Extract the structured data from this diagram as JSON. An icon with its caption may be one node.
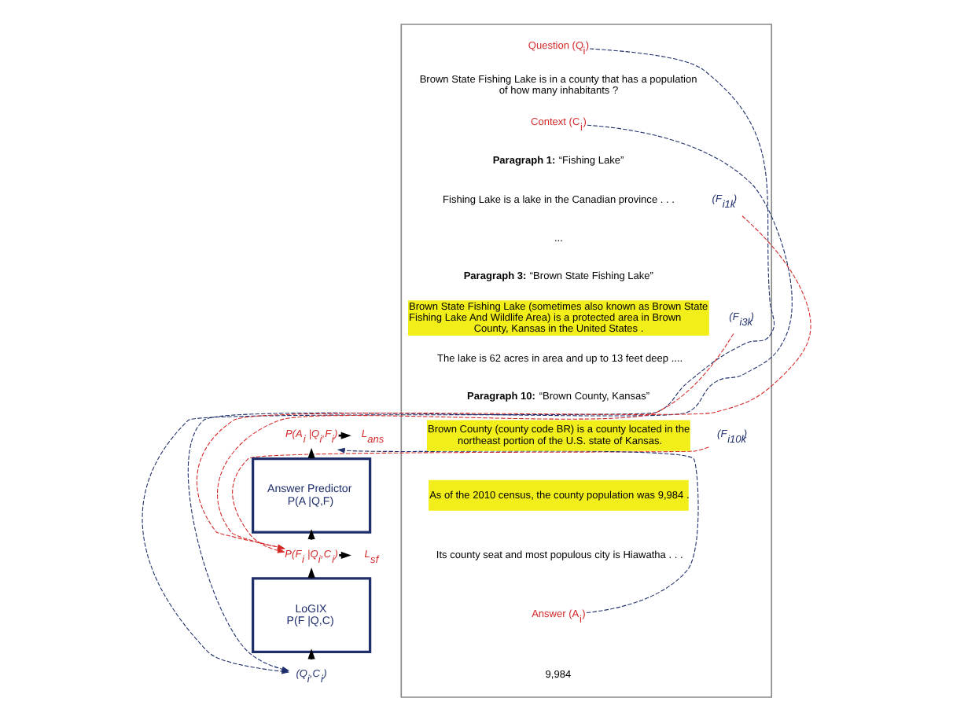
{
  "diagram": {
    "nodes": [
      {
        "text": [],
        "shape": "box"
      },
      {
        "text": [
          "Question (Q$_{i}$)"
        ],
        "in": 0
      },
      {
        "text": [
          "Context (C$_{i}$)"
        ],
        "in": 0
      },
      {
        "text": [
          "(F$_{i1k}$)"
        ],
        "in": 0
      },
      {
        "text": [
          "(F$_{i3k}$)"
        ],
        "in": 0
      },
      {
        "text": [
          "(F$_{i10k}$)"
        ],
        "in": 0
      },
      {
        "text": [
          "Answer (A$_{i}$)"
        ],
        "in": 0
      },
      {
        "text": [
          "P(A$_{i}$ |Q$_{i}$,F$_{i}$)"
        ]
      },
      {
        "text": [
          "L$_{ans}$"
        ]
      },
      {
        "text": [
          "Answer Predictor",
          "P(A |Q,F)"
        ]
      },
      {
        "text": [
          "P(F$_{i}$ |Q$_{i}$,C$_{i}$)"
        ]
      },
      {
        "text": [
          "L$_{sf}$"
        ]
      },
      {
        "text": [
          "LoGIX",
          "P(F |Q,C)"
        ]
      },
      {
        "text": [
          "(Q$_{i}$,C$_{i}$)"
        ]
      }
    ],
    "edges": [
      {
        "from": 1,
        "to": 13,
        "arrow": "to",
        "style": "dashed",
        "color": "#1f2f6b"
      },
      {
        "from": 2,
        "to": 13,
        "arrow": "to",
        "style": "dashed",
        "color": "#1f2f6b"
      },
      {
        "from": 6,
        "to": 7,
        "arrow": "to",
        "style": "dashed",
        "color": "#1f2f6b"
      },
      {
        "from": 3,
        "to": 10,
        "arrow": "to",
        "style": "dashed",
        "color": "#d42a2a"
      },
      {
        "from": 4,
        "to": 10,
        "arrow": "to",
        "style": "dashed",
        "color": "#d42a2a"
      },
      {
        "from": 5,
        "to": 10,
        "arrow": "to",
        "style": "dashed",
        "color": "#d42a2a"
      },
      {
        "from": 7,
        "to": 8,
        "arrow": "to"
      },
      {
        "from": 10,
        "to": 11,
        "arrow": "to"
      },
      {
        "from": 9,
        "to": 7,
        "arrow": "to"
      },
      {
        "from": 10,
        "to": 9,
        "arrow": "to"
      },
      {
        "from": 12,
        "to": 10,
        "arrow": "to"
      },
      {
        "from": 13,
        "to": 12,
        "arrow": "to"
      }
    ],
    "labels": [
      "Brown State Fishing Lake is in a county that has a population of how many inhabitants ?",
      "**Paragraph 1:** “Fishing Lake”",
      "Fishing Lake is a lake in the Canadian province . . .",
      "...",
      "**Paragraph 3:** “Brown State Fishing Lake”",
      "Brown State Fishing Lake (sometimes also known as Brown State Fishing Lake And Wildlife Area) is a protected area in Brown County, Kansas in the United States .",
      "The lake is 62 acres in area and up to 13 feet deep ....",
      "**Paragraph 10:** “Brown County, Kansas”",
      "Brown County (county code BR) is a county located in the northeast portion of the U.S. state of Kansas.",
      "As of the 2010 census, the county population was 9,984 .",
      "Its county seat and most populous city is Hiawatha . . .",
      "9,984"
    ]
  }
}
